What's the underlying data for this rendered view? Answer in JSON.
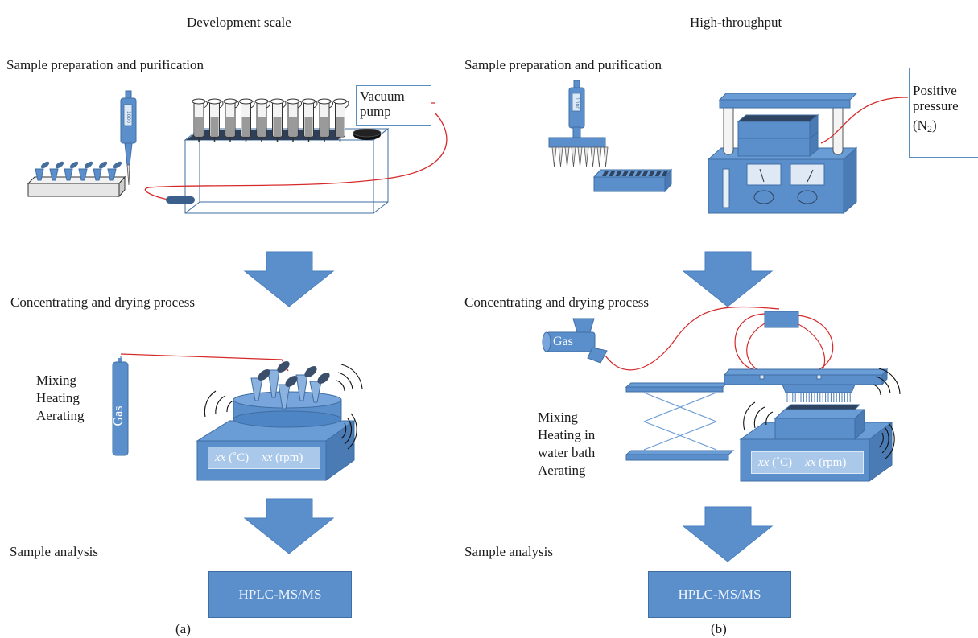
{
  "panel_a": {
    "title": "Development scale",
    "step1": "Sample preparation and purification",
    "vacuum_label_line1": "Vacuum",
    "vacuum_label_line2": "pump",
    "pipette_text": "1000",
    "step2": "Concentrating and drying process",
    "process_lines": [
      "Mixing",
      "Heating",
      "Aerating"
    ],
    "gas_label": "Gas",
    "readout_temp_var": "xx",
    "readout_temp_unit": "(˚C)",
    "readout_rpm_var": "xx",
    "readout_rpm_unit": "(rpm)",
    "step3": "Sample analysis",
    "analysis_box": "HPLC-MS/MS",
    "caption": "(a)"
  },
  "panel_b": {
    "title": "High-throughput",
    "step1": "Sample preparation and purification",
    "pressure_line1": "Positive",
    "pressure_line2": "pressure",
    "pressure_gas_open": "(N",
    "pressure_gas_sub": "2",
    "pressure_gas_close": ")",
    "pipette_text": "1000",
    "step2": "Concentrating and drying process",
    "process_lines": [
      "Mixing",
      "Heating in",
      "water bath",
      "Aerating"
    ],
    "gas_label": "Gas",
    "readout_temp_var": "xx",
    "readout_temp_unit": "(˚C)",
    "readout_rpm_var": "xx",
    "readout_rpm_unit": "(rpm)",
    "step3": "Sample analysis",
    "analysis_box": "HPLC-MS/MS",
    "caption": "(b)"
  },
  "colors": {
    "equipment_blue": "#5b8fcc",
    "equipment_dark": "#3f6ea3",
    "tube_line": "#d62a2a",
    "readout_panel": "#a9c8ea"
  }
}
